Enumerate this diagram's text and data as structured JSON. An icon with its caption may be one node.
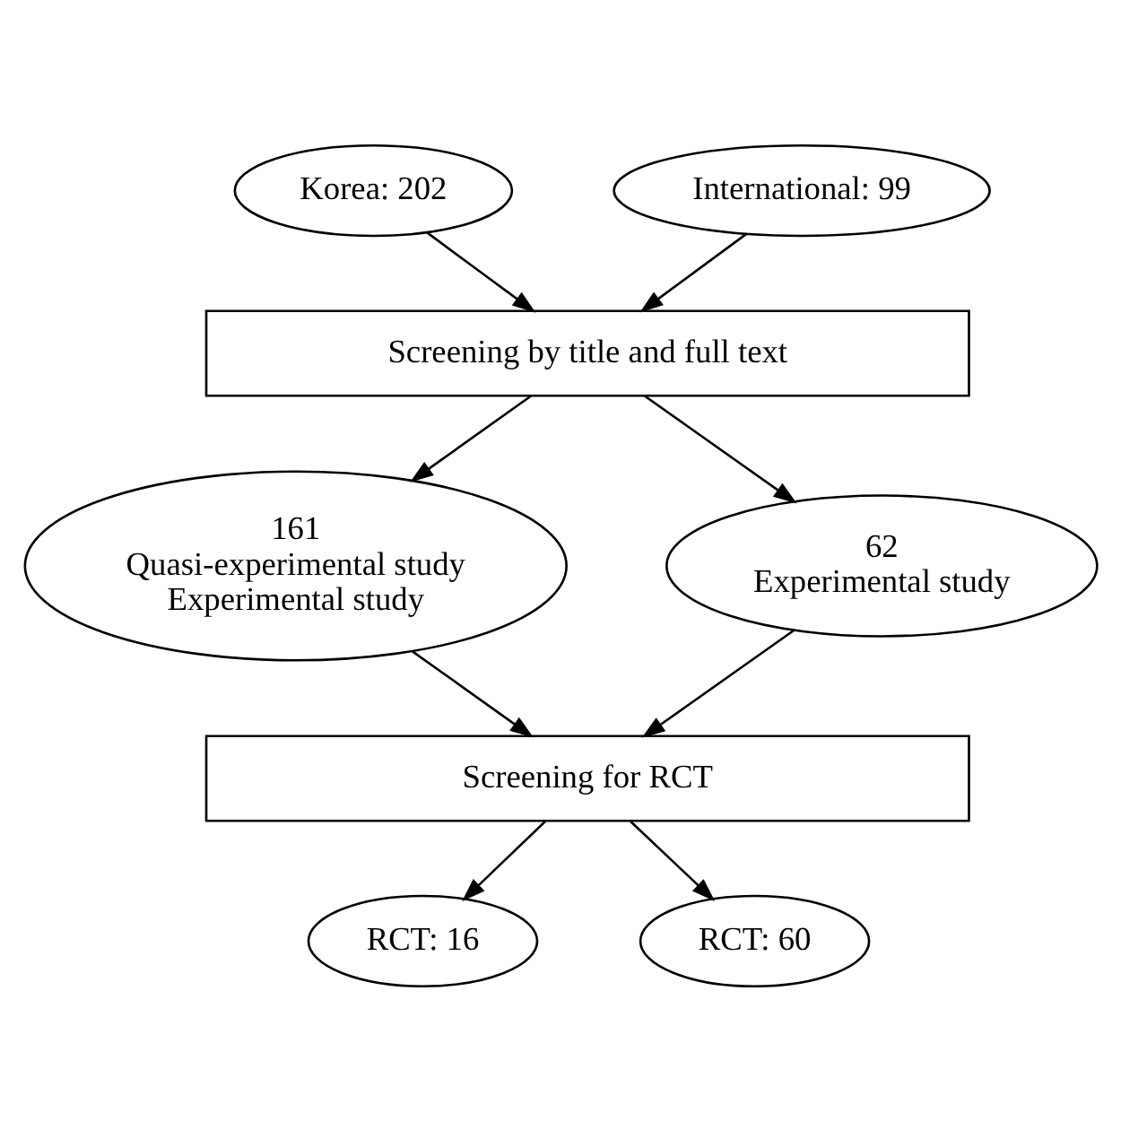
{
  "diagram": {
    "nodes": [
      {
        "text": [
          "Korea: 202"
        ]
      },
      {
        "text": [
          "International: 99"
        ]
      },
      {
        "text": [
          "Screening by title and full text"
        ]
      },
      {
        "text": [
          "161",
          "Quasi-experimental study",
          "Experimental study"
        ]
      },
      {
        "text": [
          "62",
          "Experimental study"
        ]
      },
      {
        "text": [
          "Screening for RCT"
        ]
      },
      {
        "text": [
          "RCT: 16"
        ]
      },
      {
        "text": [
          "RCT: 60"
        ]
      }
    ],
    "edges": [
      {
        "from": 0,
        "to": 2,
        "arrow": "to"
      },
      {
        "from": 1,
        "to": 2,
        "arrow": "to"
      },
      {
        "from": 2,
        "to": 3,
        "arrow": "to"
      },
      {
        "from": 2,
        "to": 4,
        "arrow": "to"
      },
      {
        "from": 3,
        "to": 5,
        "arrow": "to"
      },
      {
        "from": 4,
        "to": 5,
        "arrow": "to"
      },
      {
        "from": 5,
        "to": 6,
        "arrow": "to"
      },
      {
        "from": 5,
        "to": 7,
        "arrow": "to"
      }
    ]
  }
}
